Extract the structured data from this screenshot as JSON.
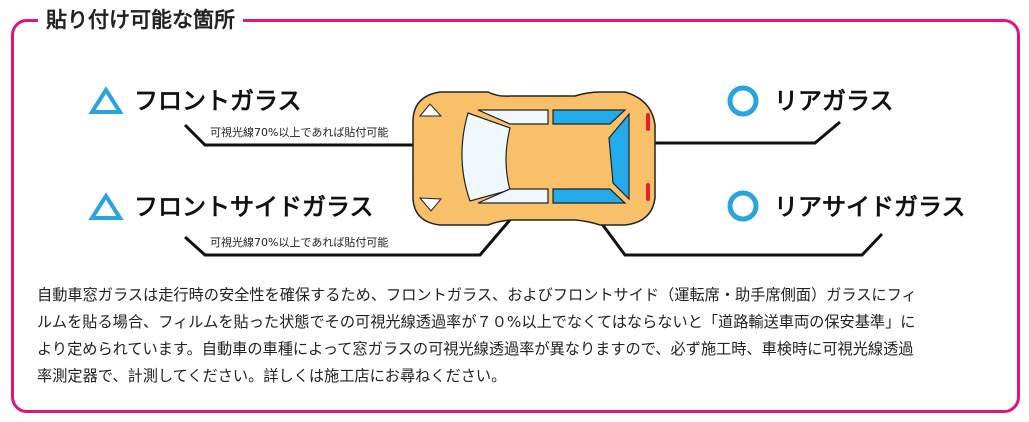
{
  "title": "貼り付け可能な箇所",
  "colors": {
    "border": "#e0157c",
    "accent": "#2aa4e0",
    "car": "#f9c06a",
    "glass_front": "#eef8fd",
    "glass_rear": "#22aaea",
    "taillight": "#e8202a"
  },
  "labels": {
    "front": {
      "mark": "triangle-icon",
      "text": "フロントガラス",
      "note": "可視光線70%以上であれば貼付可能"
    },
    "front_side": {
      "mark": "triangle-icon",
      "text": "フロントサイドガラス",
      "note": "可視光線70%以上であれば貼付可能"
    },
    "rear": {
      "mark": "circle-icon",
      "text": "リアガラス"
    },
    "rear_side": {
      "mark": "circle-icon",
      "text": "リアサイドガラス"
    }
  },
  "paragraph": [
    "自動車窓ガラスは走行時の安全性を確保するため、フロントガラス、およびフロントサイド（運転席・助手席側面）ガラスにフィ",
    "ルムを貼る場合、フィルムを貼った状態でその可視光線透過率が７０%以上でなくてはならないと「道路輸送車両の保安基準」に",
    "より定められています。自動車の車種によって窓ガラスの可視光線透過率が異なりますので、必ず施工時、車検時に可視光線透過",
    "率測定器で、計測してください。詳しくは施工店にお尋ねください。"
  ]
}
